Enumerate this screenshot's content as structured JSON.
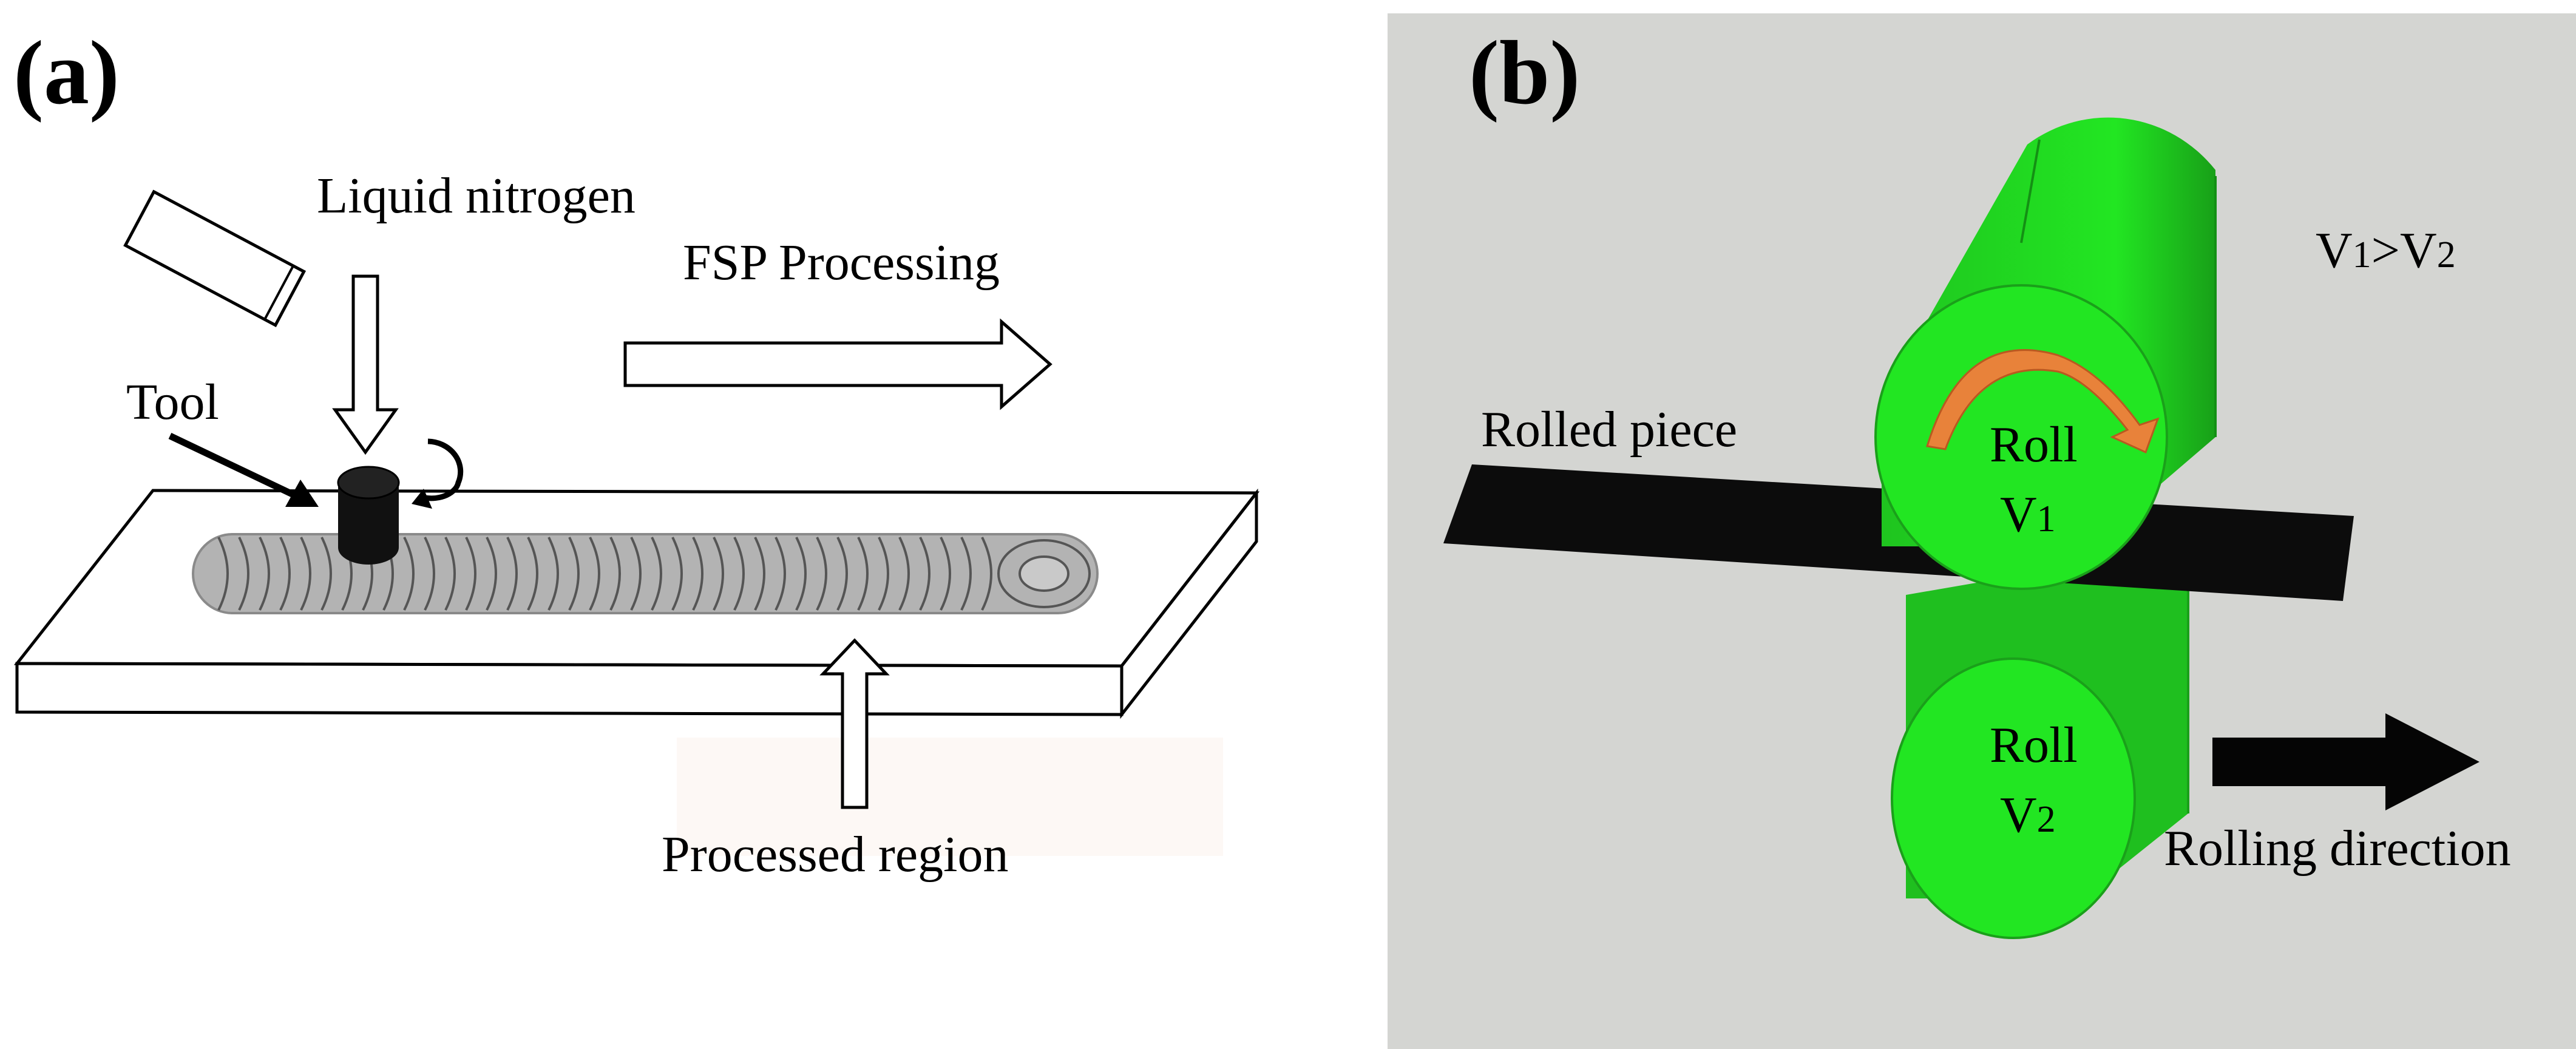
{
  "panel_a": {
    "label": "(a)",
    "liquid_nitrogen": "Liquid nitrogen",
    "fsp_processing": "FSP Processing",
    "tool": "Tool",
    "processed_region": "Processed region"
  },
  "panel_b": {
    "label": "(b)",
    "speed_relation": {
      "v1": "V",
      "s1": "1",
      "gt": ">",
      "v2": "V",
      "s2": "2"
    },
    "rolled_piece": "Rolled piece",
    "roll_top": {
      "name": "Roll",
      "v": "V",
      "sub": "1"
    },
    "roll_bottom": {
      "name": "Roll",
      "v": "V",
      "sub": "2"
    },
    "rolling_direction": "Rolling direction"
  },
  "colors": {
    "roll_green": "#22e622",
    "roll_edge": "#1aa01a",
    "background_b": "#d4d5d2",
    "rotation_arrow": "#e8823a",
    "weld_track": "#b3b3b3"
  }
}
